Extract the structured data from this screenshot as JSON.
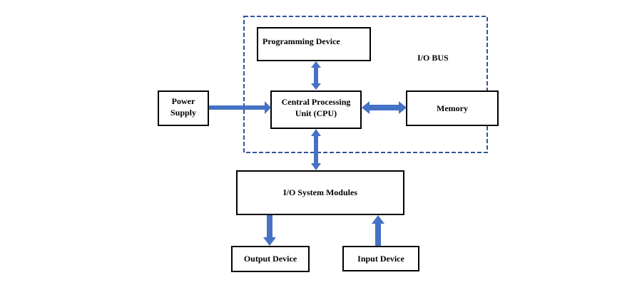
{
  "diagram": {
    "bus_label": "I/O BUS",
    "nodes": {
      "programming_device": "Programming Device",
      "cpu_line1": "Central Processing",
      "cpu_line2": "Unit (CPU)",
      "memory": "Memory",
      "power_supply_line1": "Power",
      "power_supply_line2": "Supply",
      "io_modules": "I/O System Modules",
      "output_device": "Output Device",
      "input_device": "Input Device"
    },
    "colors": {
      "arrow": "#4472c4",
      "bus_border": "#2f5597",
      "block_border": "#000000"
    }
  }
}
